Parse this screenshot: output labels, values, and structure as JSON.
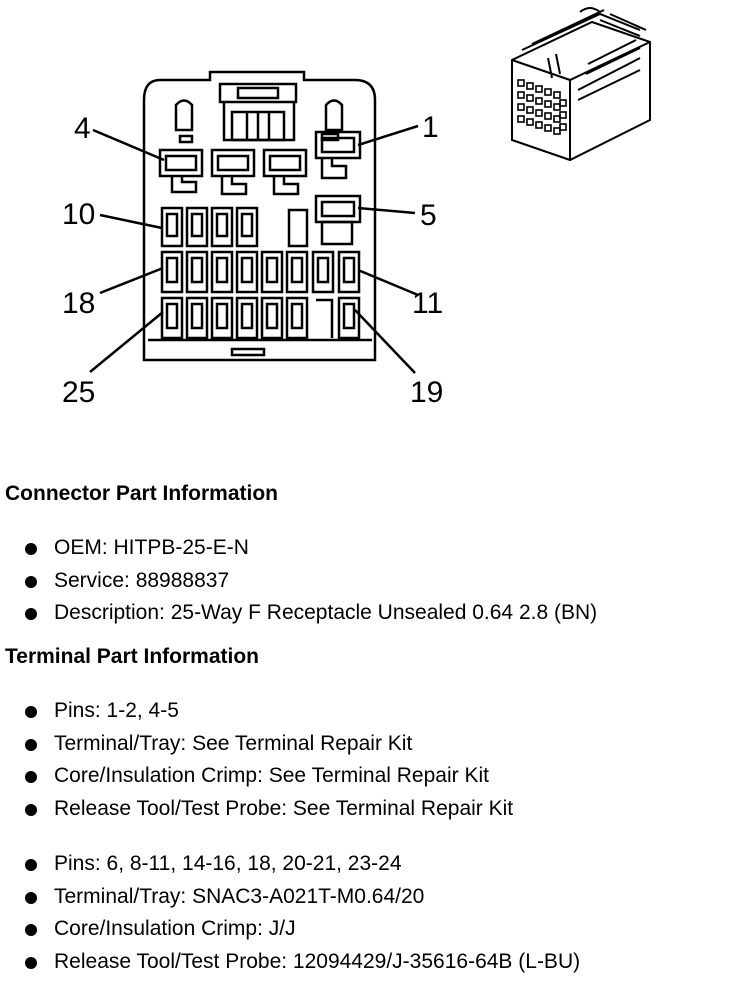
{
  "diagram": {
    "pin_labels": {
      "p1": "1",
      "p4": "4",
      "p5": "5",
      "p10": "10",
      "p11": "11",
      "p18": "18",
      "p19": "19",
      "p25": "25"
    }
  },
  "connector": {
    "title": "Connector Part Information",
    "items": [
      "OEM: HITPB-25-E-N",
      "Service: 88988837",
      "Description: 25-Way F Receptacle Unsealed 0.64 2.8 (BN)"
    ]
  },
  "terminal": {
    "title": "Terminal Part Information",
    "group1": [
      "Pins: 1-2, 4-5",
      "Terminal/Tray: See Terminal Repair Kit",
      "Core/Insulation Crimp: See Terminal Repair Kit",
      "Release Tool/Test Probe: See Terminal Repair Kit"
    ],
    "group2": [
      "Pins: 6, 8-11, 14-16, 18, 20-21, 23-24",
      "Terminal/Tray: SNAC3-A021T-M0.64/20",
      "Core/Insulation Crimp: J/J",
      "Release Tool/Test Probe: 12094429/J-35616-64B (L-BU)"
    ]
  }
}
